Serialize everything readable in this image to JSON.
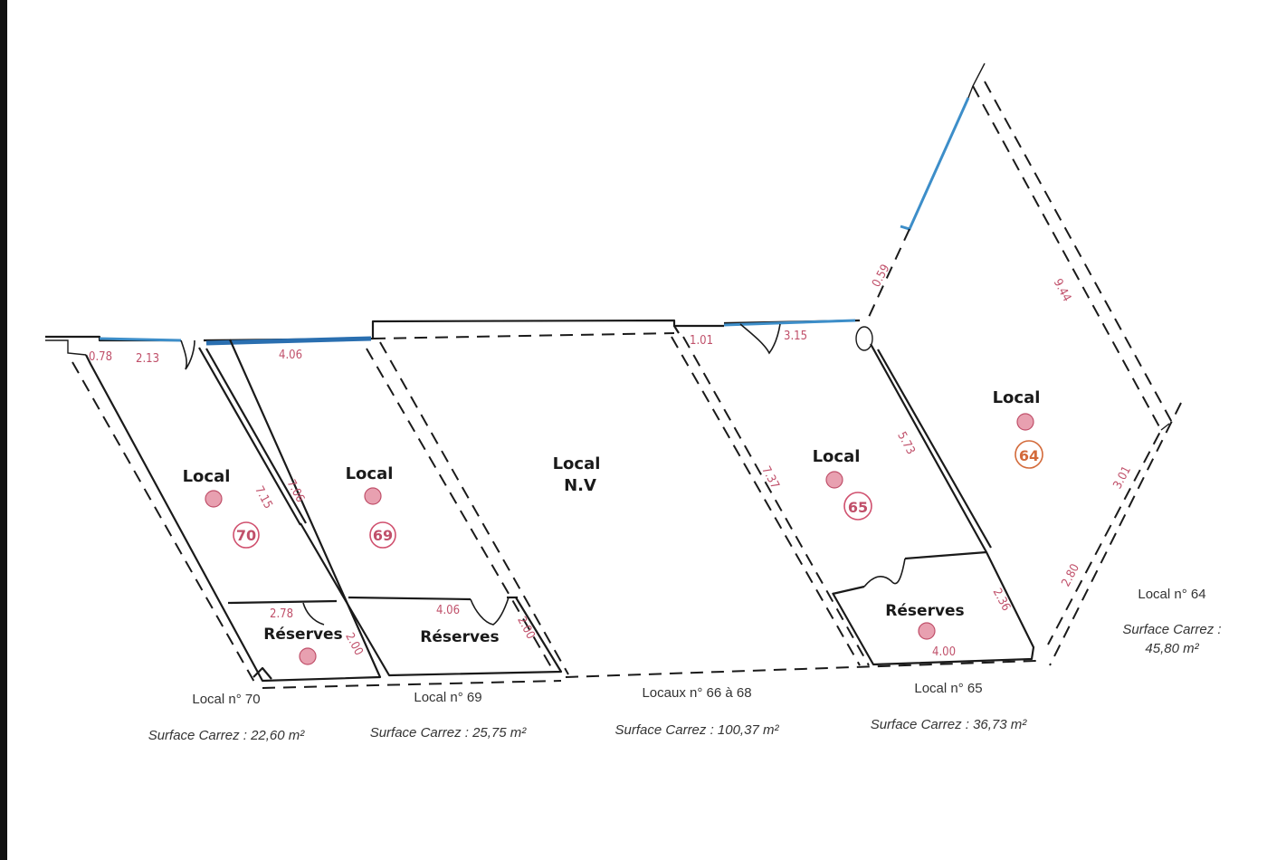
{
  "rooms": {
    "local_70": {
      "label": "Local",
      "number": "70"
    },
    "local_69": {
      "label": "Local",
      "number": "69"
    },
    "local_nv": {
      "label_line1": "Local",
      "label_line2": "N.V"
    },
    "local_65": {
      "label": "Local",
      "number": "65"
    },
    "local_64": {
      "label": "Local",
      "number": "64"
    },
    "reserves": [
      "Réserves",
      "Réserves",
      "Réserves"
    ]
  },
  "dimensions": {
    "d_078": "0.78",
    "d_213": "2.13",
    "d_406_top": "4.06",
    "d_101": "1.01",
    "d_315": "3.15",
    "d_715": "7.15",
    "d_706": "7.06",
    "d_737": "7.37",
    "d_573": "5.73",
    "d_944": "9.44",
    "d_301": "3.01",
    "d_280": "2.80",
    "d_278": "2.78",
    "d_200_a": "2.00",
    "d_406_res": "4.06",
    "d_200_b": "2.00",
    "d_236": "2.36",
    "d_400": "4.00",
    "d_059": "0.59"
  },
  "captions": [
    {
      "name": "Local n° 70",
      "surface": "Surface Carrez : 22,60 m²"
    },
    {
      "name": "Local n° 69",
      "surface": "Surface Carrez : 25,75 m²"
    },
    {
      "name": "Locaux n° 66 à 68",
      "surface": "Surface Carrez : 100,37 m²"
    },
    {
      "name": "Local n° 65",
      "surface": "Surface Carrez : 36,73 m²"
    },
    {
      "name": "Local n° 64",
      "surface_line1": "Surface Carrez :",
      "surface_line2": "45,80 m²"
    }
  ],
  "colors": {
    "glazing": "#3d8ec9",
    "dimension": "#c0506a",
    "unit_64": "#d36a3a"
  }
}
